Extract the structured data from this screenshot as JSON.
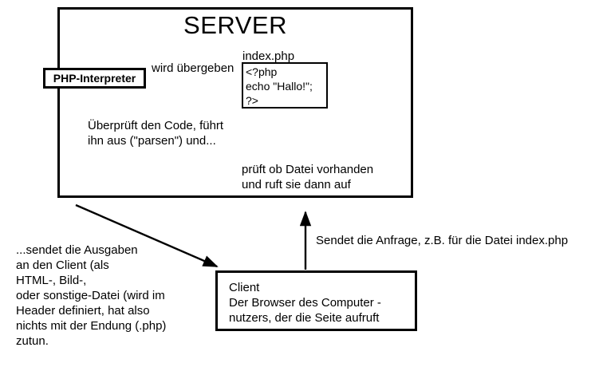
{
  "diagram": {
    "title": "SERVER",
    "server_box": {
      "title": "SERVER"
    },
    "php_interpreter": {
      "label": "PHP-Interpreter"
    },
    "index_file": {
      "caption": "index.php",
      "code": "<?php\necho \"Hallo!\";\n?>"
    },
    "client_box": {
      "text": "Client\nDer Browser des Computer -\nnutzers, der die Seite aufruft"
    },
    "labels": {
      "wird_uebergeben": "wird übergeben",
      "ueberprueft_code": "Überprüft den Code, führt\nihn aus (\"parsen\") und...",
      "prueft_datei": "prüft ob Datei vorhanden\nund ruft sie dann auf",
      "sendet_ausgaben": "...sendet die Ausgaben\nan den Client (als\nHTML-, Bild-,\noder sonstige-Datei (wird im\nHeader definiert, hat also\nnichts mit der Endung (.php)\nzutun.",
      "sendet_anfrage": "Sendet die Anfrage, z.B. für die Datei index.php"
    },
    "colors": {
      "stroke": "#000000",
      "background": "#ffffff",
      "text": "#000000"
    }
  }
}
